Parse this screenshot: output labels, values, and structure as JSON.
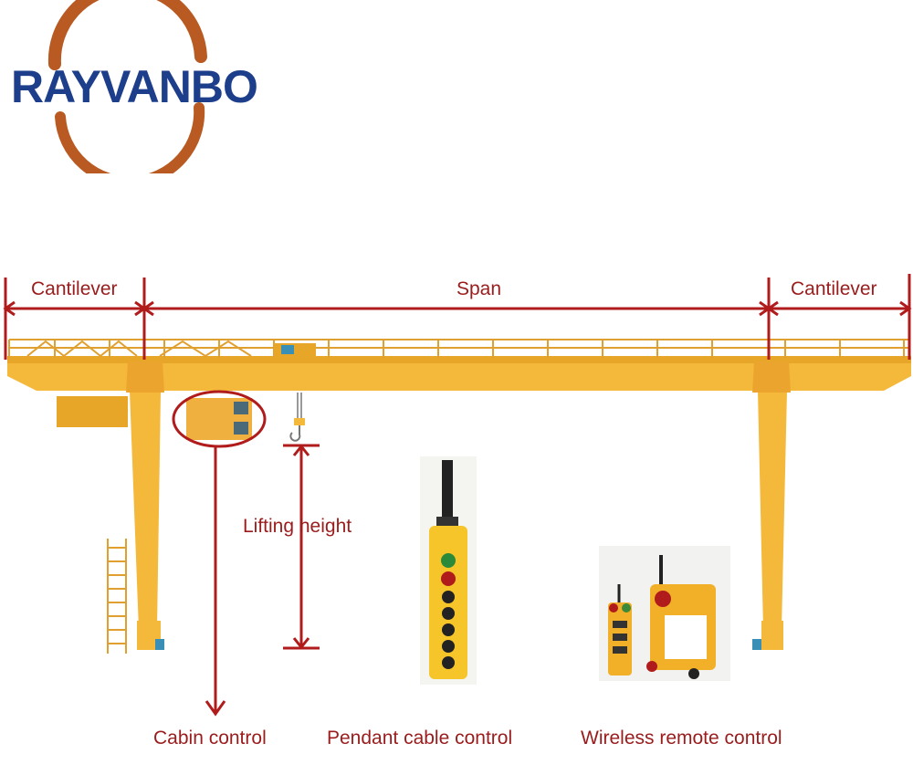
{
  "logo": {
    "text": "RAYVANBO",
    "text_color": "#1d3e8a",
    "ring_color": "#b85a22"
  },
  "dimensions": {
    "left_cantilever": "Cantilever",
    "span": "Span",
    "right_cantilever": "Cantilever",
    "lifting_height": "Lifting height"
  },
  "controls": {
    "cabin": "Cabin control",
    "pendant": "Pendant cable control",
    "wireless": "Wireless remote control"
  },
  "colors": {
    "crane": "#f4b83a",
    "crane_dark": "#e09a1a",
    "annotation": "#b01c1c",
    "label": "#9a1c1c"
  }
}
